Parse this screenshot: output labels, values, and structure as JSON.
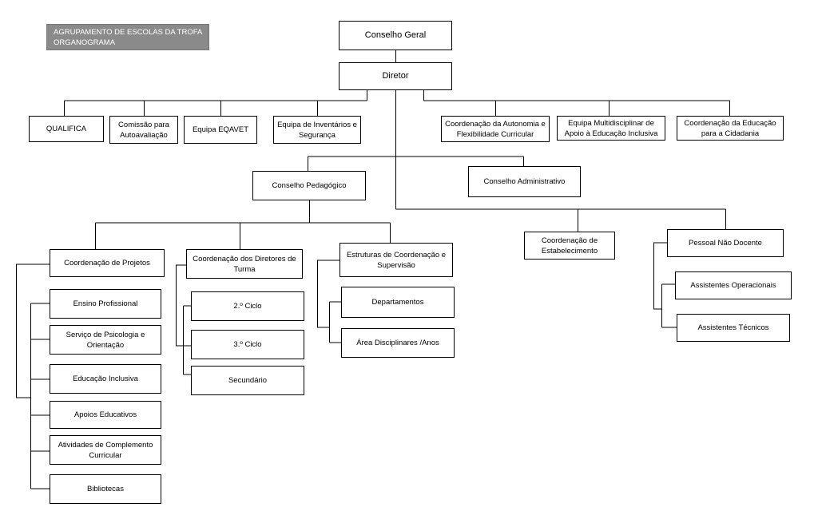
{
  "header": {
    "line1": "AGRUPAMENTO DE ESCOLAS DA TROFA",
    "line2": "ORGANOGRAMA"
  },
  "nodes": {
    "conselho_geral": "Conselho Geral",
    "diretor": "Diretor",
    "qualifica": "QUALIFICA",
    "comissao": "Comissão para Autoavaliação",
    "eqavet": "Equipa EQAVET",
    "inventarios": "Equipa de Inventários e Segurança",
    "autonomia": "Coordenação da Autonomia e Flexibilidade Curricular",
    "multidisciplinar": "Equipa Multidisciplinar de Apoio à Educação Inclusiva",
    "cidadania": "Coordenação da Educação para a Cidadania",
    "pedagogico": "Conselho Pedagógico",
    "administrativo": "Conselho Administrativo",
    "estabelecimento": "Coordenação de Estabelecimento",
    "nao_docente": "Pessoal Não Docente",
    "operacionais": "Assistentes Operacionais",
    "tecnicos": "Assistentes Técnicos",
    "projetos": "Coordenação de Projetos",
    "ensino_profissional": "Ensino Profissional",
    "psicologia": "Serviço de Psicologia e Orientação",
    "inclusiva": "Educação Inclusiva",
    "apoios": "Apoios Educativos",
    "complemento": "Atividades de Complemento Curricular",
    "bibliotecas": "Bibliotecas",
    "diretores_turma": "Coordenação dos Diretores de Turma",
    "ciclo2": "2.º Ciclo",
    "ciclo3": "3.º Ciclo",
    "secundario": "Secundário",
    "estruturas": "Estruturas de Coordenação e Supervisão",
    "departamentos": "Departamentos",
    "areas": "Área Disciplinares /Anos"
  },
  "colors": {
    "line": "#000000",
    "title_bg": "#8a8a8a",
    "title_text": "#ffffff"
  }
}
